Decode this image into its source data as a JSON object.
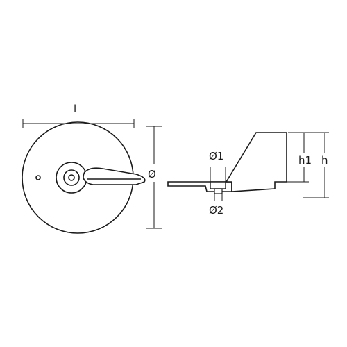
{
  "labels": {
    "length": "l",
    "diameter": "Ø",
    "hole_diameter_1": "Ø1",
    "hole_diameter_2": "Ø2",
    "height_1": "h1",
    "height": "h"
  },
  "colors": {
    "line": "#1a1a1a",
    "background": "#ffffff"
  }
}
